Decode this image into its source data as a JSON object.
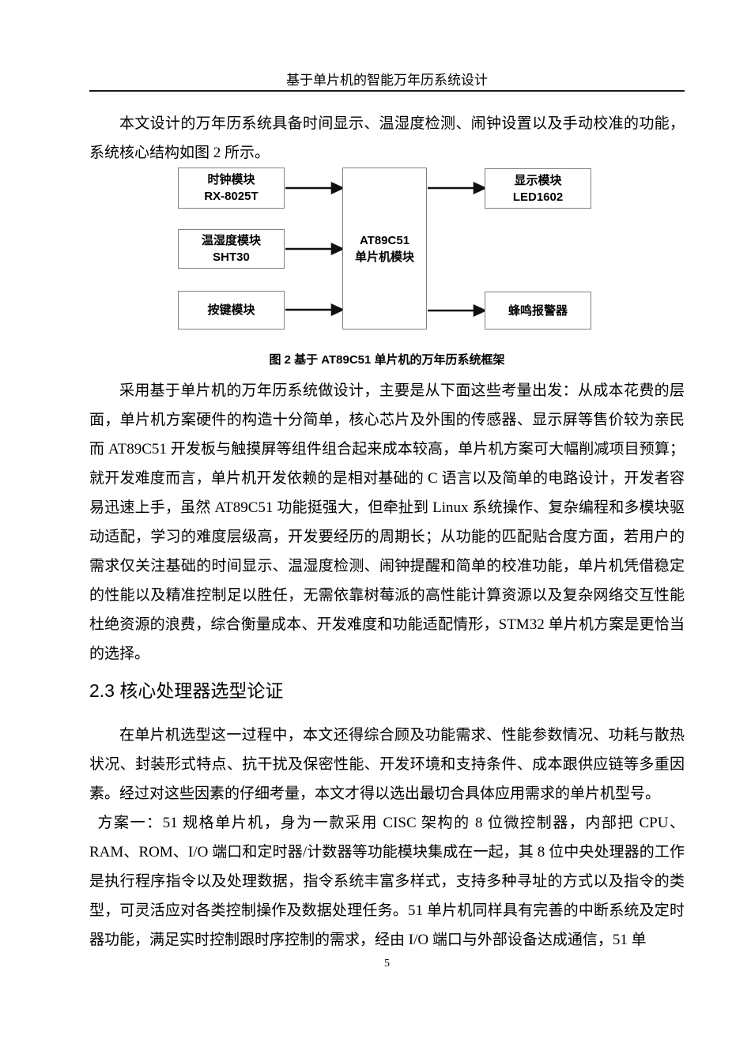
{
  "header": {
    "title": "基于单片机的智能万年历系统设计"
  },
  "paragraphs": {
    "p1": "本文设计的万年历系统具备时间显示、温湿度检测、闹钟设置以及手动校准的功能，系统核心结构如图 2 所示。",
    "p2": "采用基于单片机的万年历系统做设计，主要是从下面这些考量出发：从成本花费的层面，单片机方案硬件的构造十分简单，核心芯片及外围的传感器、显示屏等售价较为亲民而 AT89C51 开发板与触摸屏等组件组合起来成本较高，单片机方案可大幅削减项目预算；就开发难度而言，单片机开发依赖的是相对基础的 C 语言以及简单的电路设计，开发者容易迅速上手，虽然 AT89C51 功能挺强大，但牵扯到 Linux 系统操作、复杂编程和多模块驱动适配，学习的难度层级高，开发要经历的周期长；从功能的匹配贴合度方面，若用户的需求仅关注基础的时间显示、温湿度检测、闹钟提醒和简单的校准功能，单片机凭借稳定的性能以及精准控制足以胜任，无需依靠树莓派的高性能计算资源以及复杂网络交互性能杜绝资源的浪费，综合衡量成本、开发难度和功能适配情形，STM32 单片机方案是更恰当的选择。",
    "p3": "在单片机选型这一过程中，本文还得综合顾及功能需求、性能参数情况、功耗与散热状况、封装形式特点、抗干扰及保密性能、开发环境和支持条件、成本跟供应链等多重因素。经过对这些因素的仔细考量，本文才得以选出最切合具体应用需求的单片机型号。",
    "p4": "方案一：51 规格单片机，身为一款采用 CISC 架构的 8 位微控制器，内部把 CPU、RAM、ROM、I/O 端口和定时器/计数器等功能模块集成在一起，其 8 位中央处理器的工作是执行程序指令以及处理数据，指令系统丰富多样式，支持多种寻址的方式以及指令的类型，可灵活应对各类控制操作及数据处理任务。51 单片机同样具有完善的中断系统及定时器功能，满足实时控制跟时序控制的需求，经由 I/O 端口与外部设备达成通信，51 单"
  },
  "figure": {
    "caption": "图 2  基于 AT89C51 单片机的万年历系统框架",
    "diagram": {
      "clock_line1": "时钟模块",
      "clock_line2": "RX-8025T",
      "humidity_line1": "温湿度模块",
      "humidity_line2": "SHT30",
      "key_label": "按键模块",
      "mcu_line1": "AT89C51",
      "mcu_line2": "单片机模块",
      "display_line1": "显示模块",
      "display_line2": "LED1602",
      "buzzer_label": "蜂鸣报警器"
    }
  },
  "section": {
    "heading": "2.3 核心处理器选型论证"
  },
  "footer": {
    "page_number": "5"
  },
  "colors": {
    "text": "#000000",
    "box_border": "#808080",
    "arrow": "#111111",
    "header_rule": "#1a1a1a"
  }
}
